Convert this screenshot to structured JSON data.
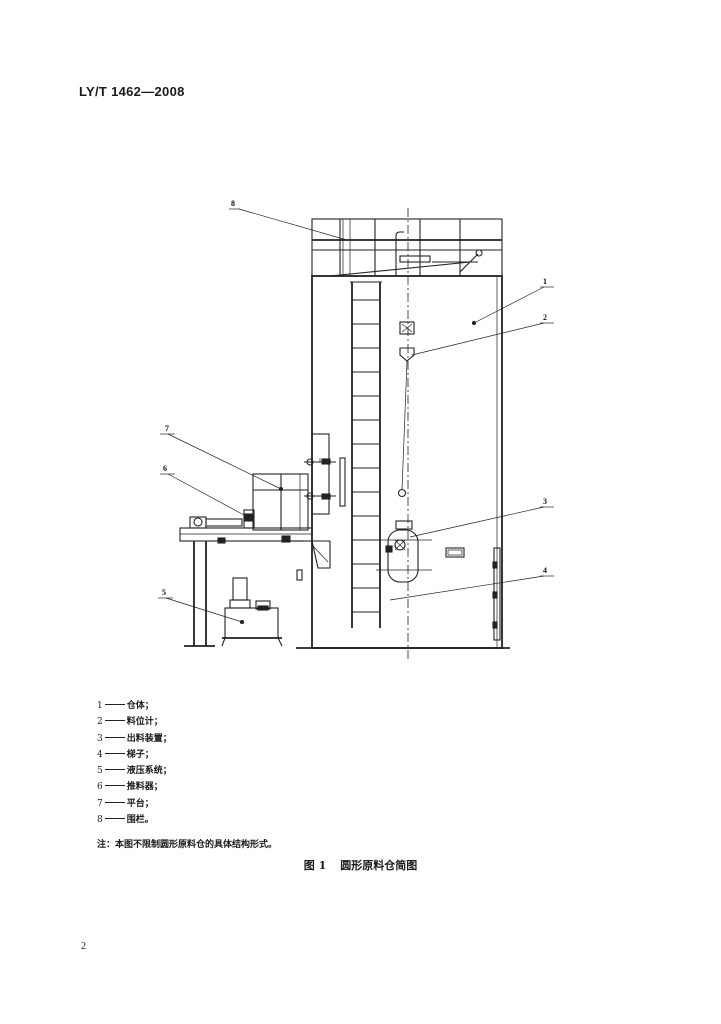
{
  "header": {
    "standard_code": "LY/T 1462—2008"
  },
  "figure": {
    "callouts": [
      "1",
      "2",
      "3",
      "4",
      "5",
      "6",
      "7",
      "8"
    ]
  },
  "legend": [
    {
      "num": "1",
      "label": "仓体；"
    },
    {
      "num": "2",
      "label": "料位计；"
    },
    {
      "num": "3",
      "label": "出料装置；"
    },
    {
      "num": "4",
      "label": "梯子；"
    },
    {
      "num": "5",
      "label": "液压系统；"
    },
    {
      "num": "6",
      "label": "推料器；"
    },
    {
      "num": "7",
      "label": "平台；"
    },
    {
      "num": "8",
      "label": "围栏。"
    }
  ],
  "note": "注：本图不限制圆形原料仓的具体结构形式。",
  "caption": {
    "number": "图 1",
    "title": "圆形原料仓简图"
  },
  "footer": {
    "page_number": "2"
  }
}
